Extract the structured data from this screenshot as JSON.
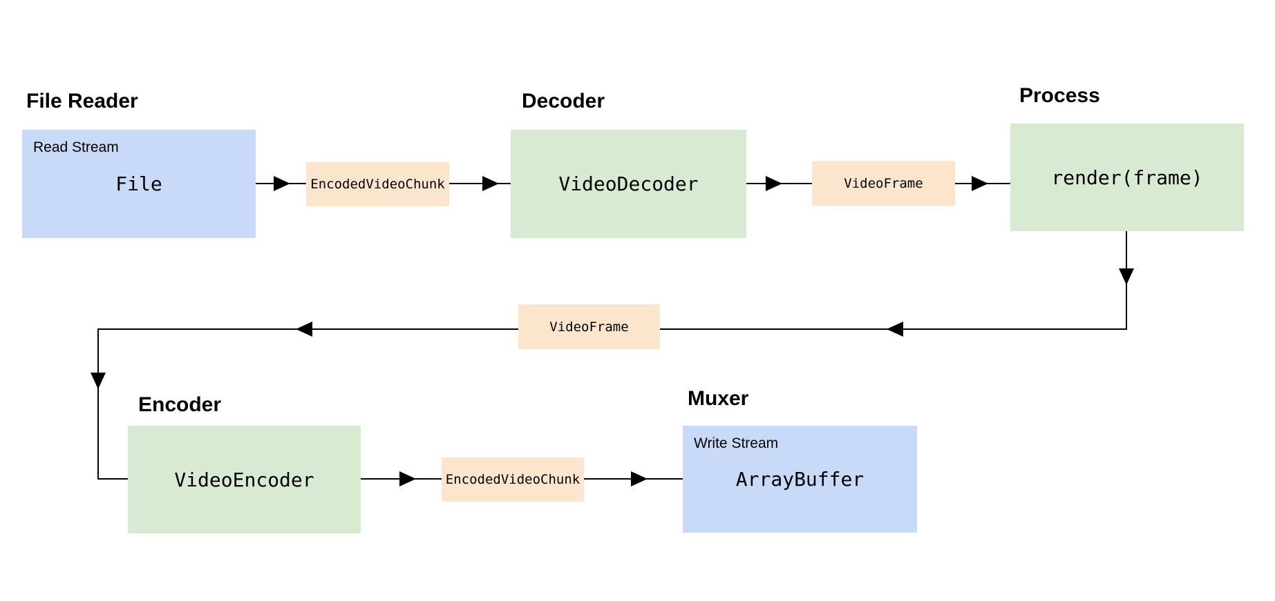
{
  "diagram": {
    "colors": {
      "background": "#ffffff",
      "stream_box": "#c9daf8",
      "codec_box": "#d9ead3",
      "token_box": "#fce5cd",
      "line": "#000000",
      "text": "#000000"
    },
    "groups": [
      {
        "heading": "File Reader",
        "corner_label": "Read Stream",
        "code": "File"
      },
      {
        "heading": "Decoder",
        "code": "VideoDecoder"
      },
      {
        "heading": "Process",
        "code": "render(frame)"
      },
      {
        "heading": "Encoder",
        "code": "VideoEncoder"
      },
      {
        "heading": "Muxer",
        "corner_label": "Write Stream",
        "code": "ArrayBuffer"
      }
    ],
    "tokens": [
      {
        "label": "EncodedVideoChunk"
      },
      {
        "label": "VideoFrame"
      },
      {
        "label": "VideoFrame"
      },
      {
        "label": "EncodedVideoChunk"
      }
    ]
  }
}
